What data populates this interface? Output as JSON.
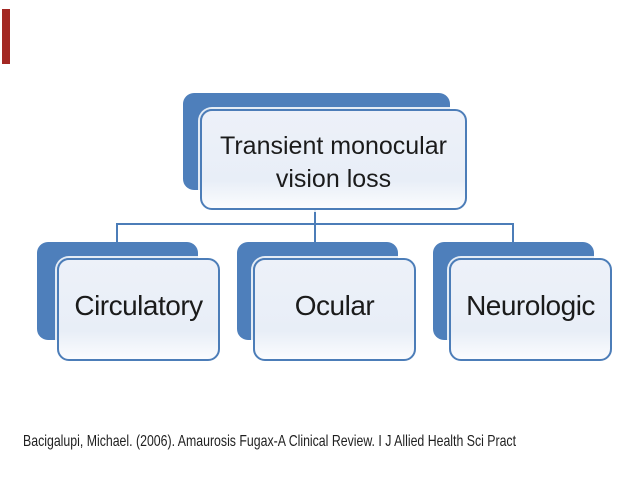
{
  "slide": {
    "background_color": "#FFFFFF",
    "accent_bar_color": "#A32823"
  },
  "colors": {
    "node_back_blue": "#4E7FBB",
    "node_front_fill": "#E9EEF7",
    "node_outline": "#4C7DB8",
    "connector": "#4C7DB8",
    "text": "#1B1B1B"
  },
  "diagram": {
    "type": "hierarchy",
    "root": {
      "label": "Transient monocular vision loss"
    },
    "children": [
      {
        "label": "Circulatory"
      },
      {
        "label": "Ocular"
      },
      {
        "label": "Neurologic"
      }
    ]
  },
  "citation": {
    "text": "Bacigalupi, Michael. (2006). Amaurosis Fugax-A Clinical Review. I J Allied Health Sci Pract"
  }
}
